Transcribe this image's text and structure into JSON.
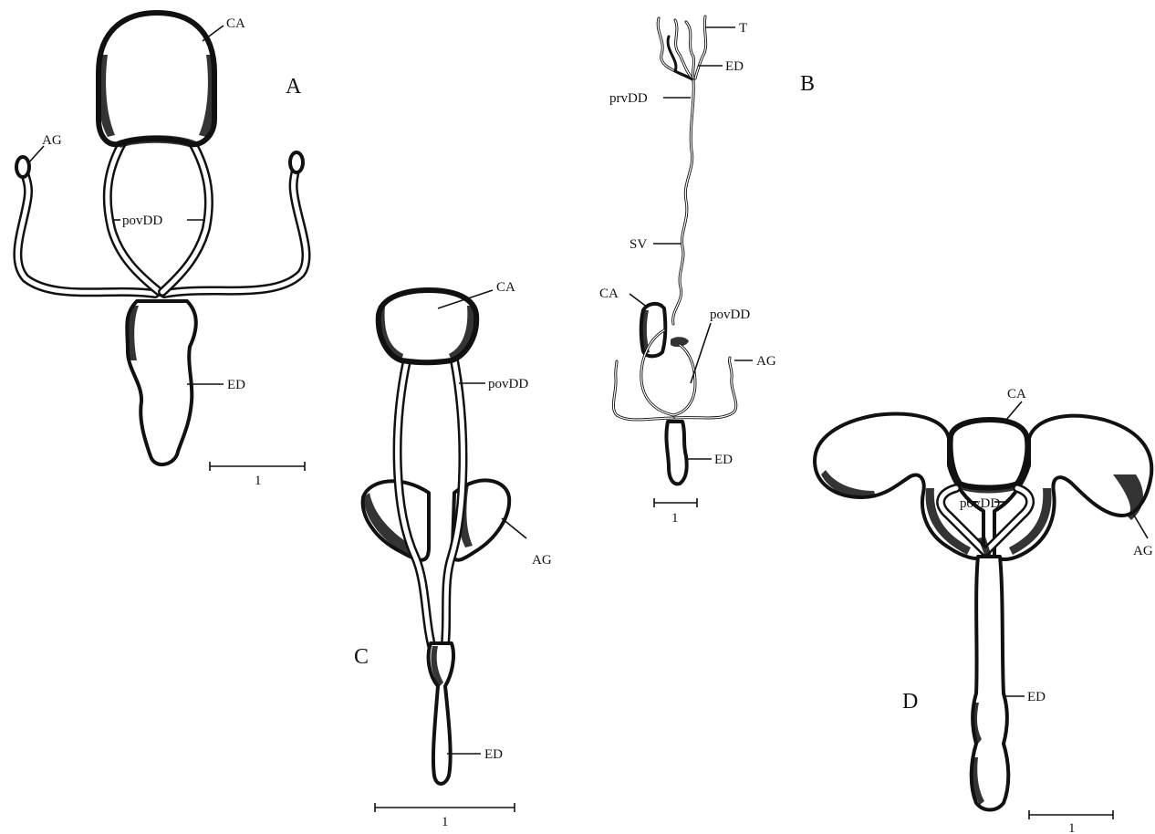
{
  "panels": {
    "A": {
      "panel_label": "A",
      "labels": {
        "ca": "CA",
        "ag": "AG",
        "povdd": "povDD",
        "ed": "ED"
      },
      "scale_value": "1"
    },
    "B": {
      "panel_label": "B",
      "labels": {
        "t": "T",
        "ed_top": "ED",
        "prvdd": "prvDD",
        "sv": "SV",
        "ca": "CA",
        "povdd": "povDD",
        "ag": "AG",
        "ed": "ED"
      },
      "scale_value": "1"
    },
    "C": {
      "panel_label": "C",
      "labels": {
        "ca": "CA",
        "povdd": "povDD",
        "ag": "AG",
        "ed": "ED"
      },
      "scale_value": "1"
    },
    "D": {
      "panel_label": "D",
      "labels": {
        "ca": "CA",
        "povdd": "povDD",
        "ag": "AG",
        "ed": "ED"
      },
      "scale_value": "1"
    }
  }
}
